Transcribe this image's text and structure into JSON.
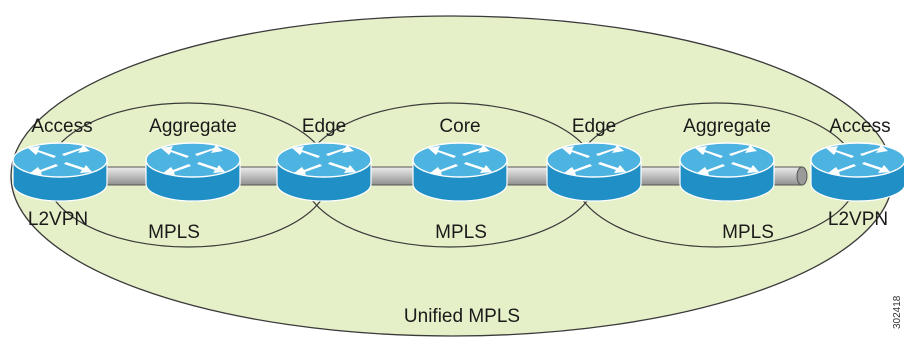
{
  "diagram": {
    "figure_id": "302418",
    "colors": {
      "outer_fill": "#e6f0c8",
      "line": "#3a3a3a",
      "router_body": "#1f9ad1",
      "router_top": "#58b9e3",
      "router_dark": "#137bad",
      "pipe": "#b8b8b8"
    },
    "nodes": [
      {
        "role": "Access",
        "icon": "router-icon"
      },
      {
        "role": "Aggregate",
        "icon": "router-icon"
      },
      {
        "role": "Edge",
        "icon": "router-icon"
      },
      {
        "role": "Core",
        "icon": "router-icon"
      },
      {
        "role": "Edge",
        "icon": "router-icon"
      },
      {
        "role": "Aggregate",
        "icon": "router-icon"
      },
      {
        "role": "Access",
        "icon": "router-icon"
      }
    ],
    "domains": {
      "left_access": "L2VPN",
      "left_aggregation": "MPLS",
      "core": "MPLS",
      "right_aggregation": "MPLS",
      "right_access": "L2VPN",
      "unified": "Unified MPLS"
    }
  }
}
